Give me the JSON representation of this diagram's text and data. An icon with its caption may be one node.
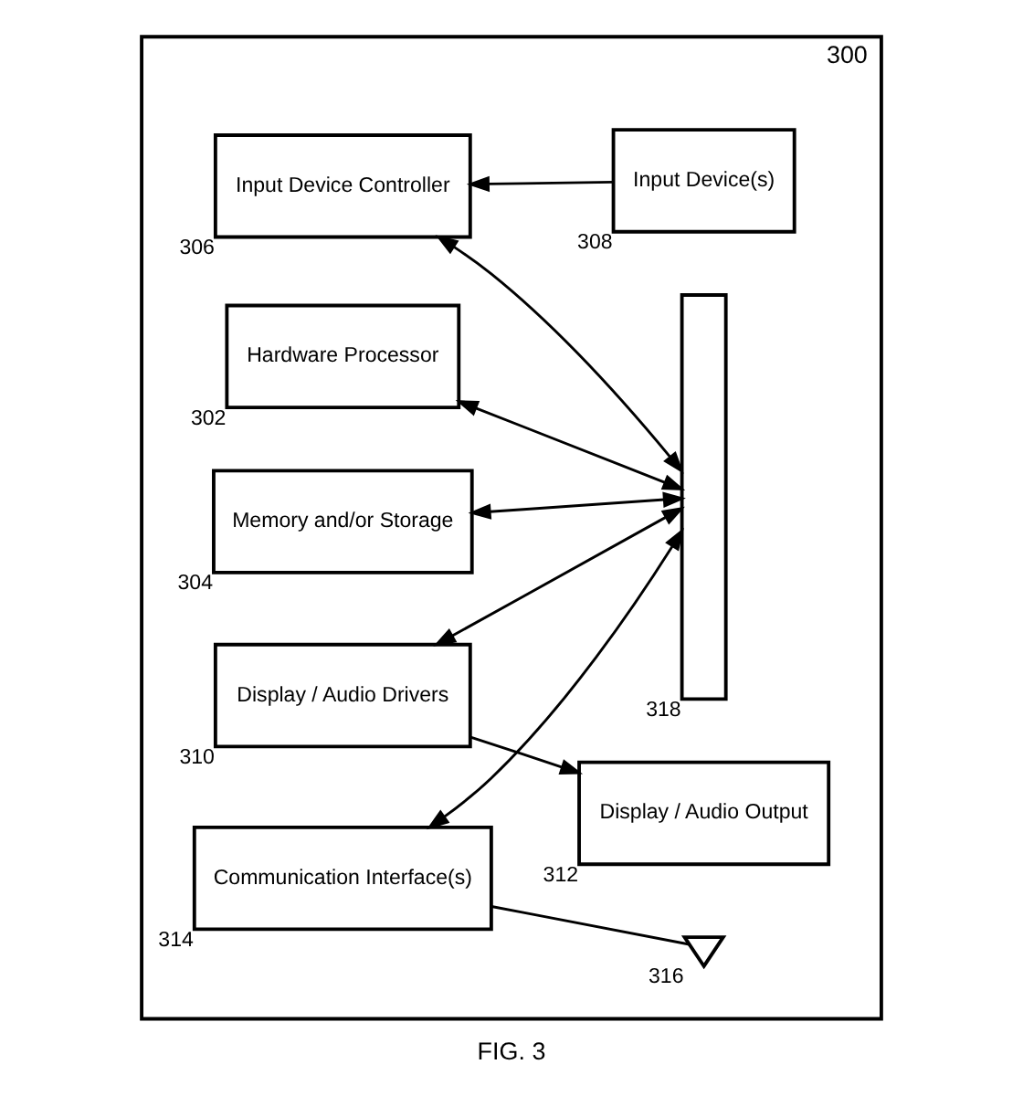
{
  "diagram": {
    "caption": "FIG. 3",
    "nodes": [
      {
        "text": [
          "300"
        ]
      },
      {
        "text": [
          "Hardware Processor"
        ],
        "beside": [
          "302"
        ],
        "in": 0
      },
      {
        "text": [
          "Memory and/or Storage"
        ],
        "beside": [
          "304"
        ],
        "in": 0
      },
      {
        "text": [],
        "shape": "bar",
        "beside": [
          "318"
        ],
        "in": 0
      },
      {
        "text": [
          "Input Device Controller"
        ],
        "beside": [
          "306"
        ],
        "in": 0
      },
      {
        "text": [
          "Display / Audio Drivers"
        ],
        "beside": [
          "310"
        ],
        "in": 0
      },
      {
        "text": [
          "Communication Interface(s)"
        ],
        "beside": [
          "314"
        ],
        "in": 0
      },
      {
        "text": [
          "Input Device(s)"
        ],
        "beside": [
          "308"
        ],
        "in": 0
      },
      {
        "text": [
          "Display / Audio Output"
        ],
        "beside": [
          "312"
        ],
        "in": 0
      },
      {
        "text": [],
        "shape": "antenna",
        "beside": [
          "316"
        ],
        "in": 0
      }
    ],
    "edges": [
      {
        "from": 1,
        "to": 3,
        "arrow": "both"
      },
      {
        "from": 2,
        "to": 3,
        "arrow": "both"
      },
      {
        "from": 4,
        "to": 3,
        "arrow": "both"
      },
      {
        "from": 5,
        "to": 3,
        "arrow": "both"
      },
      {
        "from": 6,
        "to": 3,
        "arrow": "both"
      },
      {
        "from": 7,
        "to": 4,
        "arrow": "to"
      },
      {
        "from": 5,
        "to": 8,
        "arrow": "to"
      },
      {
        "from": 6,
        "to": 9,
        "arrow": "none"
      }
    ]
  }
}
